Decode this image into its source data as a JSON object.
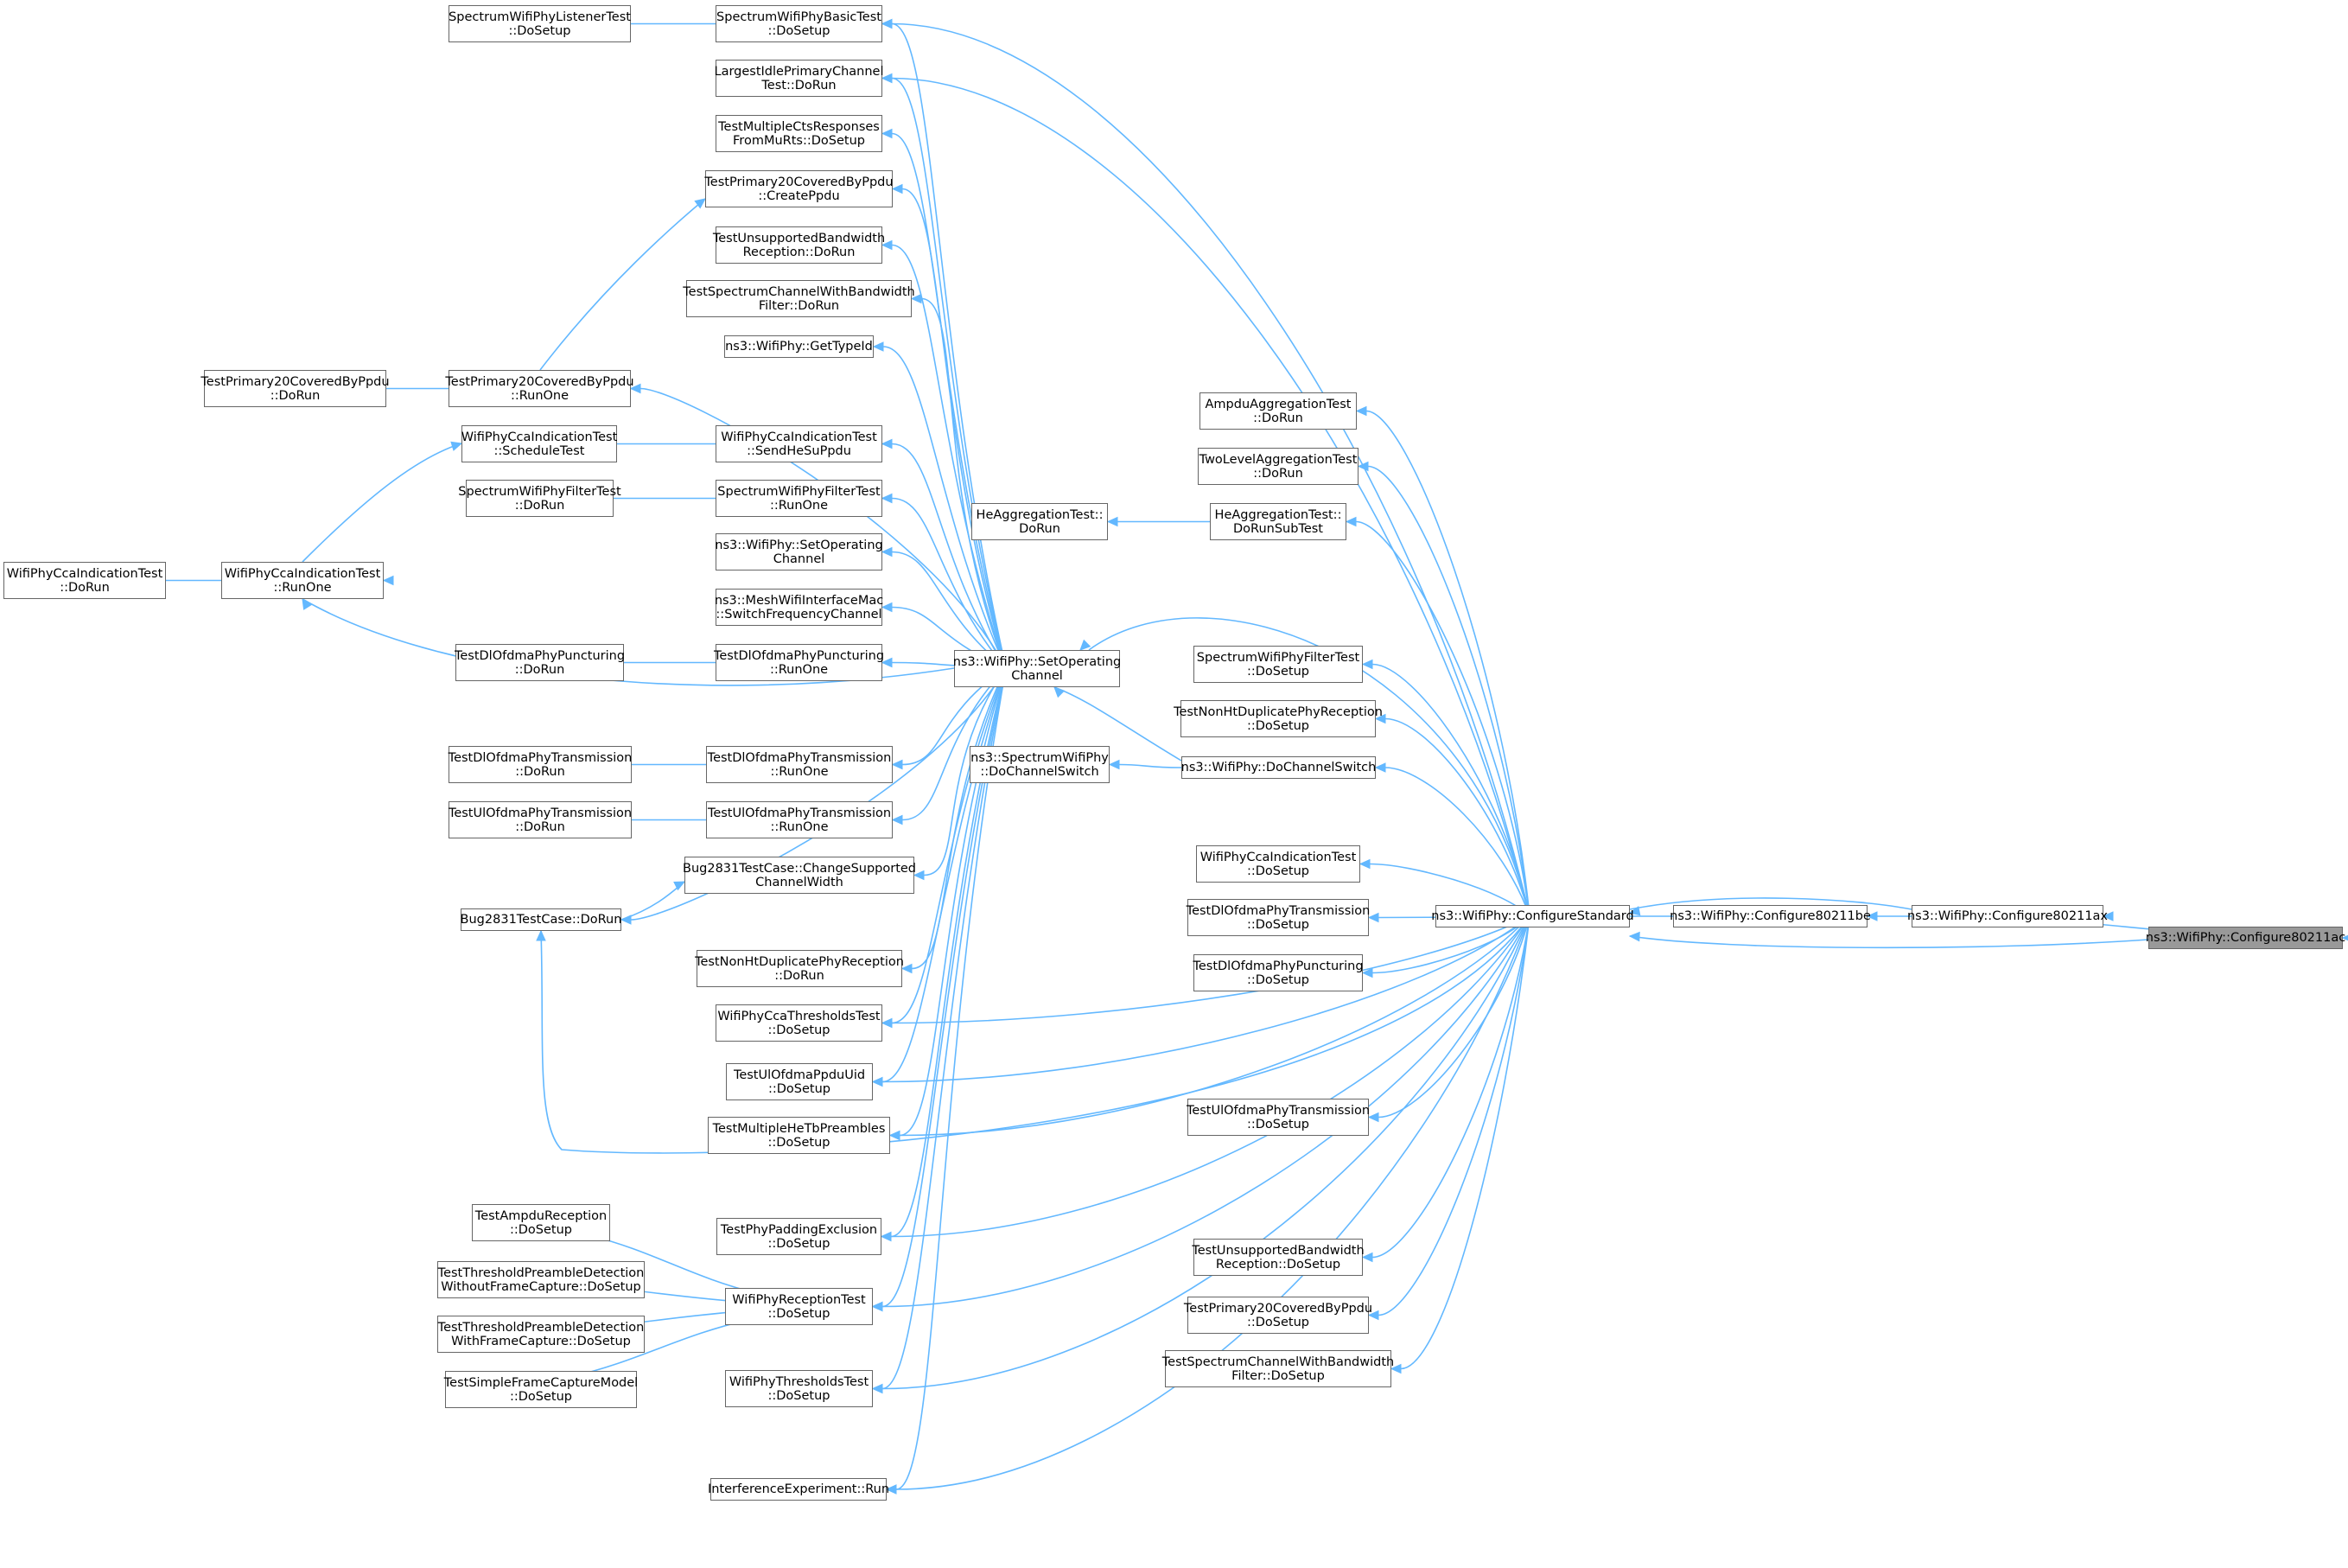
{
  "graph": {
    "edge_color": "#63b8ff",
    "node_border_color": "#666666",
    "focus_fill_color": "#999999",
    "nodes": [
      {
        "id": "c80211ac",
        "label": "ns3::WifiPhy::Configure80211ac"
      },
      {
        "id": "c80211ax",
        "label": "ns3::WifiPhy::Configure80211ax"
      },
      {
        "id": "c80211be",
        "label": "ns3::WifiPhy::Configure80211be"
      },
      {
        "id": "cfgstd",
        "label": "ns3::WifiPhy::ConfigureStandard"
      },
      {
        "id": "setop",
        "label": "ns3::WifiPhy::SetOperating\nChannel"
      },
      {
        "id": "dochsw",
        "label": "ns3::WifiPhy::DoChannelSwitch"
      },
      {
        "id": "spdochsw",
        "label": "ns3::SpectrumWifiPhy\n::DoChannelSwitch"
      },
      {
        "id": "spbasic",
        "label": "SpectrumWifiPhyBasicTest\n::DoSetup"
      },
      {
        "id": "splistener",
        "label": "SpectrumWifiPhyListenerTest\n::DoSetup"
      },
      {
        "id": "largest",
        "label": "LargestIdlePrimaryChannel\nTest::DoRun"
      },
      {
        "id": "multicts",
        "label": "TestMultipleCtsResponses\nFromMuRts::DoSetup"
      },
      {
        "id": "p20create",
        "label": "TestPrimary20CoveredByPpdu\n::CreatePpdu"
      },
      {
        "id": "unsupdorun",
        "label": "TestUnsupportedBandwidth\nReception::DoRun"
      },
      {
        "id": "specbwdorun",
        "label": "TestSpectrumChannelWithBandwidth\nFilter::DoRun"
      },
      {
        "id": "gettypeid",
        "label": "ns3::WifiPhy::GetTypeId"
      },
      {
        "id": "p20runone",
        "label": "TestPrimary20CoveredByPpdu\n::RunOne"
      },
      {
        "id": "p20dorun",
        "label": "TestPrimary20CoveredByPpdu\n::DoRun"
      },
      {
        "id": "ccasched",
        "label": "WifiPhyCcaIndicationTest\n::ScheduleTest"
      },
      {
        "id": "ccasend",
        "label": "WifiPhyCcaIndicationTest\n::SendHeSuPpdu"
      },
      {
        "id": "spfiltdorun",
        "label": "SpectrumWifiPhyFilterTest\n::DoRun"
      },
      {
        "id": "spfiltrunone",
        "label": "SpectrumWifiPhyFilterTest\n::RunOne"
      },
      {
        "id": "ccarunone",
        "label": "WifiPhyCcaIndicationTest\n::RunOne"
      },
      {
        "id": "ccadorun",
        "label": "WifiPhyCcaIndicationTest\n::DoRun"
      },
      {
        "id": "setop2",
        "label": "ns3::WifiPhy::SetOperating\nChannel"
      },
      {
        "id": "meshsw",
        "label": "ns3::MeshWifiInterfaceMac\n::SwitchFrequencyChannel"
      },
      {
        "id": "dlpunctdorun",
        "label": "TestDlOfdmaPhyPuncturing\n::DoRun"
      },
      {
        "id": "dlpunctrunone",
        "label": "TestDlOfdmaPhyPuncturing\n::RunOne"
      },
      {
        "id": "dltxdorun",
        "label": "TestDlOfdmaPhyTransmission\n::DoRun"
      },
      {
        "id": "dltxrunone",
        "label": "TestDlOfdmaPhyTransmission\n::RunOne"
      },
      {
        "id": "ultxdorun",
        "label": "TestUlOfdmaPhyTransmission\n::DoRun"
      },
      {
        "id": "ultxrunone",
        "label": "TestUlOfdmaPhyTransmission\n::RunOne"
      },
      {
        "id": "bugchange",
        "label": "Bug2831TestCase::ChangeSupported\nChannelWidth"
      },
      {
        "id": "bugdorun",
        "label": "Bug2831TestCase::DoRun"
      },
      {
        "id": "nonhtdorun",
        "label": "TestNonHtDuplicatePhyReception\n::DoRun"
      },
      {
        "id": "ccathresh",
        "label": "WifiPhyCcaThresholdsTest\n::DoSetup"
      },
      {
        "id": "ulppduuid",
        "label": "TestUlOfdmaPpduUid\n::DoSetup"
      },
      {
        "id": "multihetb",
        "label": "TestMultipleHeTbPreambles\n::DoSetup"
      },
      {
        "id": "padding",
        "label": "TestPhyPaddingExclusion\n::DoSetup"
      },
      {
        "id": "ampdurx",
        "label": "TestAmpduReception\n::DoSetup"
      },
      {
        "id": "thrwithout",
        "label": "TestThresholdPreambleDetection\nWithoutFrameCapture::DoSetup"
      },
      {
        "id": "thrwith",
        "label": "TestThresholdPreambleDetection\nWithFrameCapture::DoSetup"
      },
      {
        "id": "simplecap",
        "label": "TestSimpleFrameCaptureModel\n::DoSetup"
      },
      {
        "id": "rxtest",
        "label": "WifiPhyReceptionTest\n::DoSetup"
      },
      {
        "id": "phythresh",
        "label": "WifiPhyThresholdsTest\n::DoSetup"
      },
      {
        "id": "interf",
        "label": "InterferenceExperiment::Run"
      },
      {
        "id": "ampduagg",
        "label": "AmpduAggregationTest\n::DoRun"
      },
      {
        "id": "twolevel",
        "label": "TwoLevelAggregationTest\n::DoRun"
      },
      {
        "id": "heaggdorun",
        "label": "HeAggregationTest::\nDoRun"
      },
      {
        "id": "heaggsub",
        "label": "HeAggregationTest::\nDoRunSubTest"
      },
      {
        "id": "spfiltsetup",
        "label": "SpectrumWifiPhyFilterTest\n::DoSetup"
      },
      {
        "id": "nonhtsetup",
        "label": "TestNonHtDuplicatePhyReception\n::DoSetup"
      },
      {
        "id": "ccasetup",
        "label": "WifiPhyCcaIndicationTest\n::DoSetup"
      },
      {
        "id": "dltxsetup",
        "label": "TestDlOfdmaPhyTransmission\n::DoSetup"
      },
      {
        "id": "dlpunctsetup",
        "label": "TestDlOfdmaPhyPuncturing\n::DoSetup"
      },
      {
        "id": "ultxsetup",
        "label": "TestUlOfdmaPhyTransmission\n::DoSetup"
      },
      {
        "id": "unsupsetup",
        "label": "TestUnsupportedBandwidth\nReception::DoSetup"
      },
      {
        "id": "p20setup",
        "label": "TestPrimary20CoveredByPpdu\n::DoSetup"
      },
      {
        "id": "specbwsetup",
        "label": "TestSpectrumChannelWithBandwidth\nFilter::DoSetup"
      }
    ]
  }
}
